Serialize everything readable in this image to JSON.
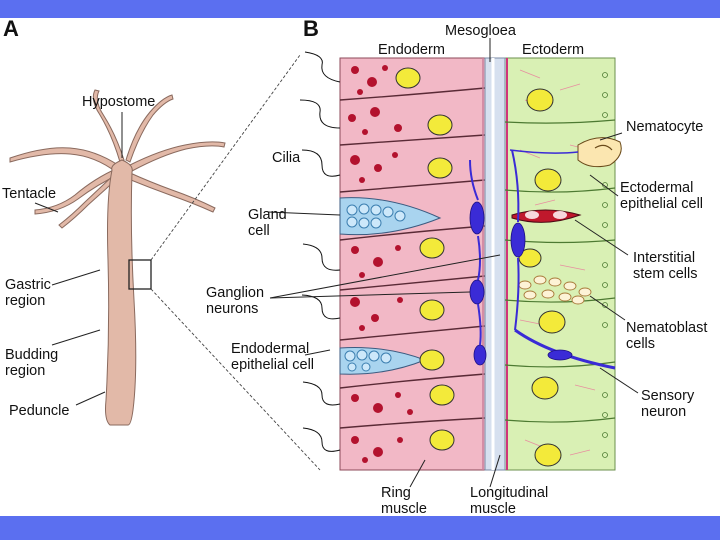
{
  "panels": {
    "a": "A",
    "b": "B"
  },
  "labels_a": {
    "hypostome": "Hypostome",
    "tentacle": "Tentacle",
    "gastric": "Gastric\nregion",
    "budding": "Budding\nregion",
    "peduncle": "Peduncle"
  },
  "labels_b": {
    "mesogloea": "Mesogloea",
    "endoderm": "Endoderm",
    "ectoderm": "Ectoderm",
    "cilia": "Cilia",
    "gland_cell": "Gland\ncell",
    "ganglion_neurons": "Ganglion\nneurons",
    "endodermal_epithelial_cell": "Endodermal\nepithelial cell",
    "ring_muscle": "Ring\nmuscle",
    "longitudinal_muscle": "Longitudinal\nmuscle",
    "nematocyte": "Nematocyte",
    "ectodermal_epithelial_cell": "Ectodermal\nepithelial cell",
    "interstitial_stem_cells": "Interstitial\nstem cells",
    "nematoblast_cells": "Nematoblast\ncells",
    "sensory_neuron": "Sensory\nneuron"
  },
  "colors": {
    "header_bar": "#5b6ff0",
    "endoderm_cell": "#f2b8c6",
    "ectoderm_cell": "#d9f0b4",
    "nucleus": "#f3ea3a",
    "mesogloea": "#d6e0ef",
    "neuron": "#3a2bd6",
    "gland_cell": "#a9d4ef",
    "hydra_body": "#e2b9a8"
  }
}
